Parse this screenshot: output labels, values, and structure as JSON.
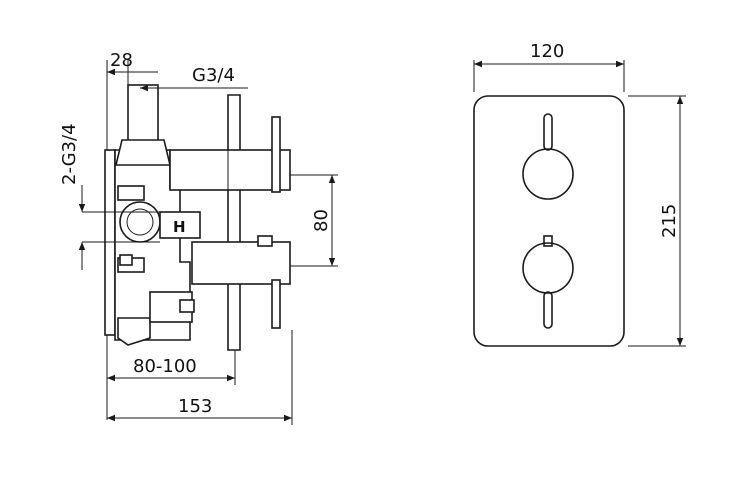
{
  "side_view": {
    "dims": {
      "top_width": "28",
      "inlet_thread": "G3/4",
      "side_thread": "2-G3/4",
      "handle_spacing": "80",
      "depth_range": "80-100",
      "overall_depth": "153"
    },
    "marker_letter": "H"
  },
  "front_view": {
    "dims": {
      "width": "120",
      "height": "215"
    }
  }
}
